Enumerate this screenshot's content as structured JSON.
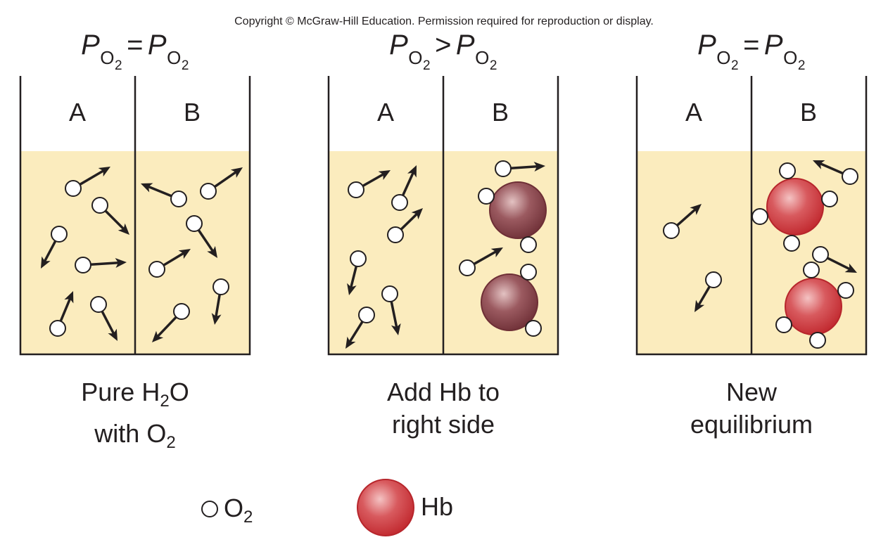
{
  "copyright": "Copyright © McGraw-Hill Education. Permission required for reproduction or display.",
  "panels": [
    {
      "equation": {
        "symbol": "P",
        "subscript": "O",
        "subsubscript": "2",
        "relation": "="
      },
      "compartments": [
        "A",
        "B"
      ],
      "caption_line1_prefix": "Pure H",
      "caption_line1_sub": "2",
      "caption_line1_suffix": "O",
      "caption_line2_prefix": "with O",
      "caption_line2_sub": "2"
    },
    {
      "equation": {
        "symbol": "P",
        "subscript": "O",
        "subsubscript": "2",
        "relation": ">"
      },
      "compartments": [
        "A",
        "B"
      ],
      "caption_line1": "Add Hb to",
      "caption_line2": "right side"
    },
    {
      "equation": {
        "symbol": "P",
        "subscript": "O",
        "subsubscript": "2",
        "relation": "="
      },
      "compartments": [
        "A",
        "B"
      ],
      "caption_line1": "New",
      "caption_line2": "equilibrium"
    }
  ],
  "legend": {
    "o2_prefix": "O",
    "o2_sub": "2",
    "hb": "Hb"
  },
  "colors": {
    "solution": "#fbecbe",
    "hb_red": "#d0393f",
    "hb_dark": "#7d3a40",
    "outline": "#231f20"
  }
}
